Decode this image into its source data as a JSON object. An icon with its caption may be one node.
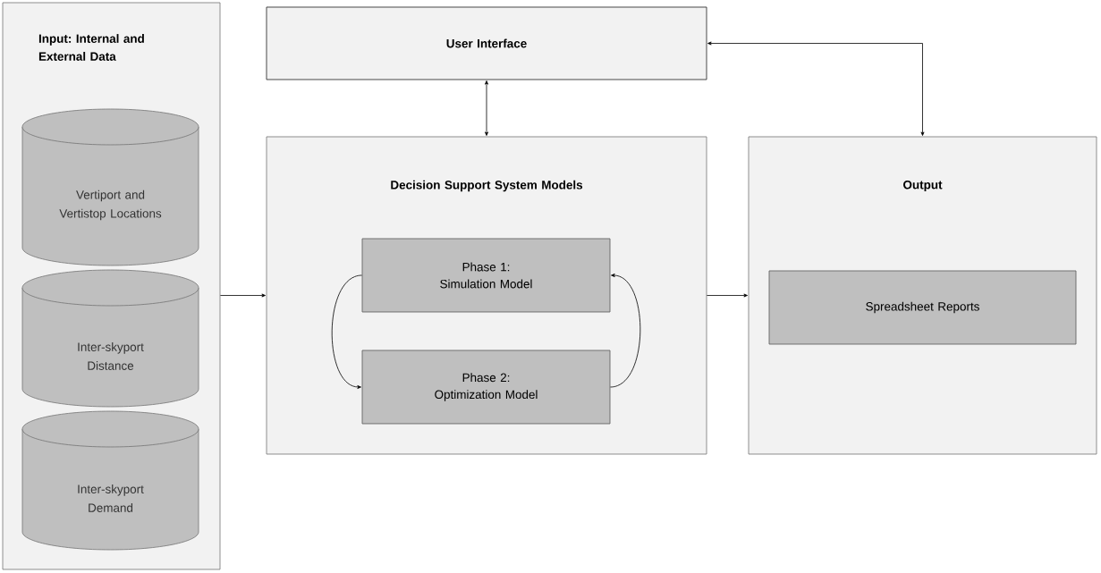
{
  "diagram": {
    "nodes": [
      {
        "text": [
          "Input: Internal and External Data"
        ]
      },
      {
        "text": [
          "Vertiport and Vertistop Locations"
        ],
        "in": 0
      },
      {
        "text": [
          "Inter-skyport Distance"
        ],
        "in": 0
      },
      {
        "text": [
          "Inter-skyport Demand"
        ],
        "in": 0
      },
      {
        "text": [
          "User Interface"
        ]
      },
      {
        "text": [
          "Decision Support System Models"
        ]
      },
      {
        "text": [
          "Phase 1: Simulation Model"
        ],
        "in": 5
      },
      {
        "text": [
          "Phase 2: Optimization Model"
        ],
        "in": 5
      },
      {
        "text": [
          "Output"
        ]
      },
      {
        "text": [
          "Spreadsheet Reports"
        ],
        "in": 8
      }
    ],
    "edges": [
      {
        "from": 0,
        "to": 5,
        "arrow": "to"
      },
      {
        "from": 4,
        "to": 5,
        "arrow": "both"
      },
      {
        "from": 4,
        "to": 8,
        "arrow": "both"
      },
      {
        "from": 6,
        "to": 7,
        "arrow": "to"
      },
      {
        "from": 7,
        "to": 6,
        "arrow": "to"
      },
      {
        "from": 5,
        "to": 8,
        "arrow": "to"
      }
    ]
  }
}
